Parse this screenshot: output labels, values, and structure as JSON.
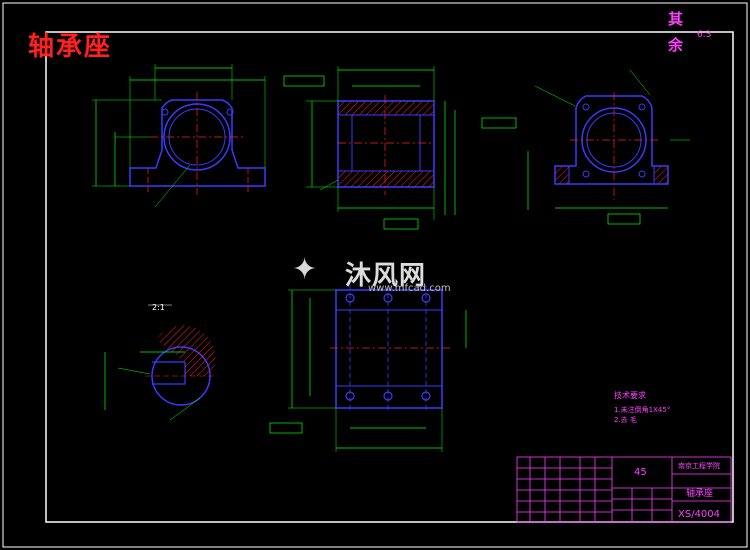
{
  "drawing": {
    "title": "轴承座",
    "surface_finish_note_a": "其",
    "surface_finish_note_b": "余",
    "surface_finish_value": "6.3",
    "scale_label": "2:1",
    "tech_requirements_title": "技术要求",
    "tech_requirements": [
      "1.未注倒角1X45°",
      "2.去 毛"
    ]
  },
  "title_block": {
    "material": "45",
    "school": "南京工程学院",
    "part_name": "轴承座",
    "drawing_number": "XS/4004"
  },
  "watermark": {
    "brand": "沐风网",
    "url": "www.mfcad.com"
  },
  "colors": {
    "background": "#000000",
    "frame": "#ffffff",
    "geometry": "#0000ff",
    "dimensions": "#00ff00",
    "centerlines": "#ff0000",
    "hatch": "#ff0000",
    "title_block": "#ff40ff",
    "title_text": "#ff2020"
  }
}
